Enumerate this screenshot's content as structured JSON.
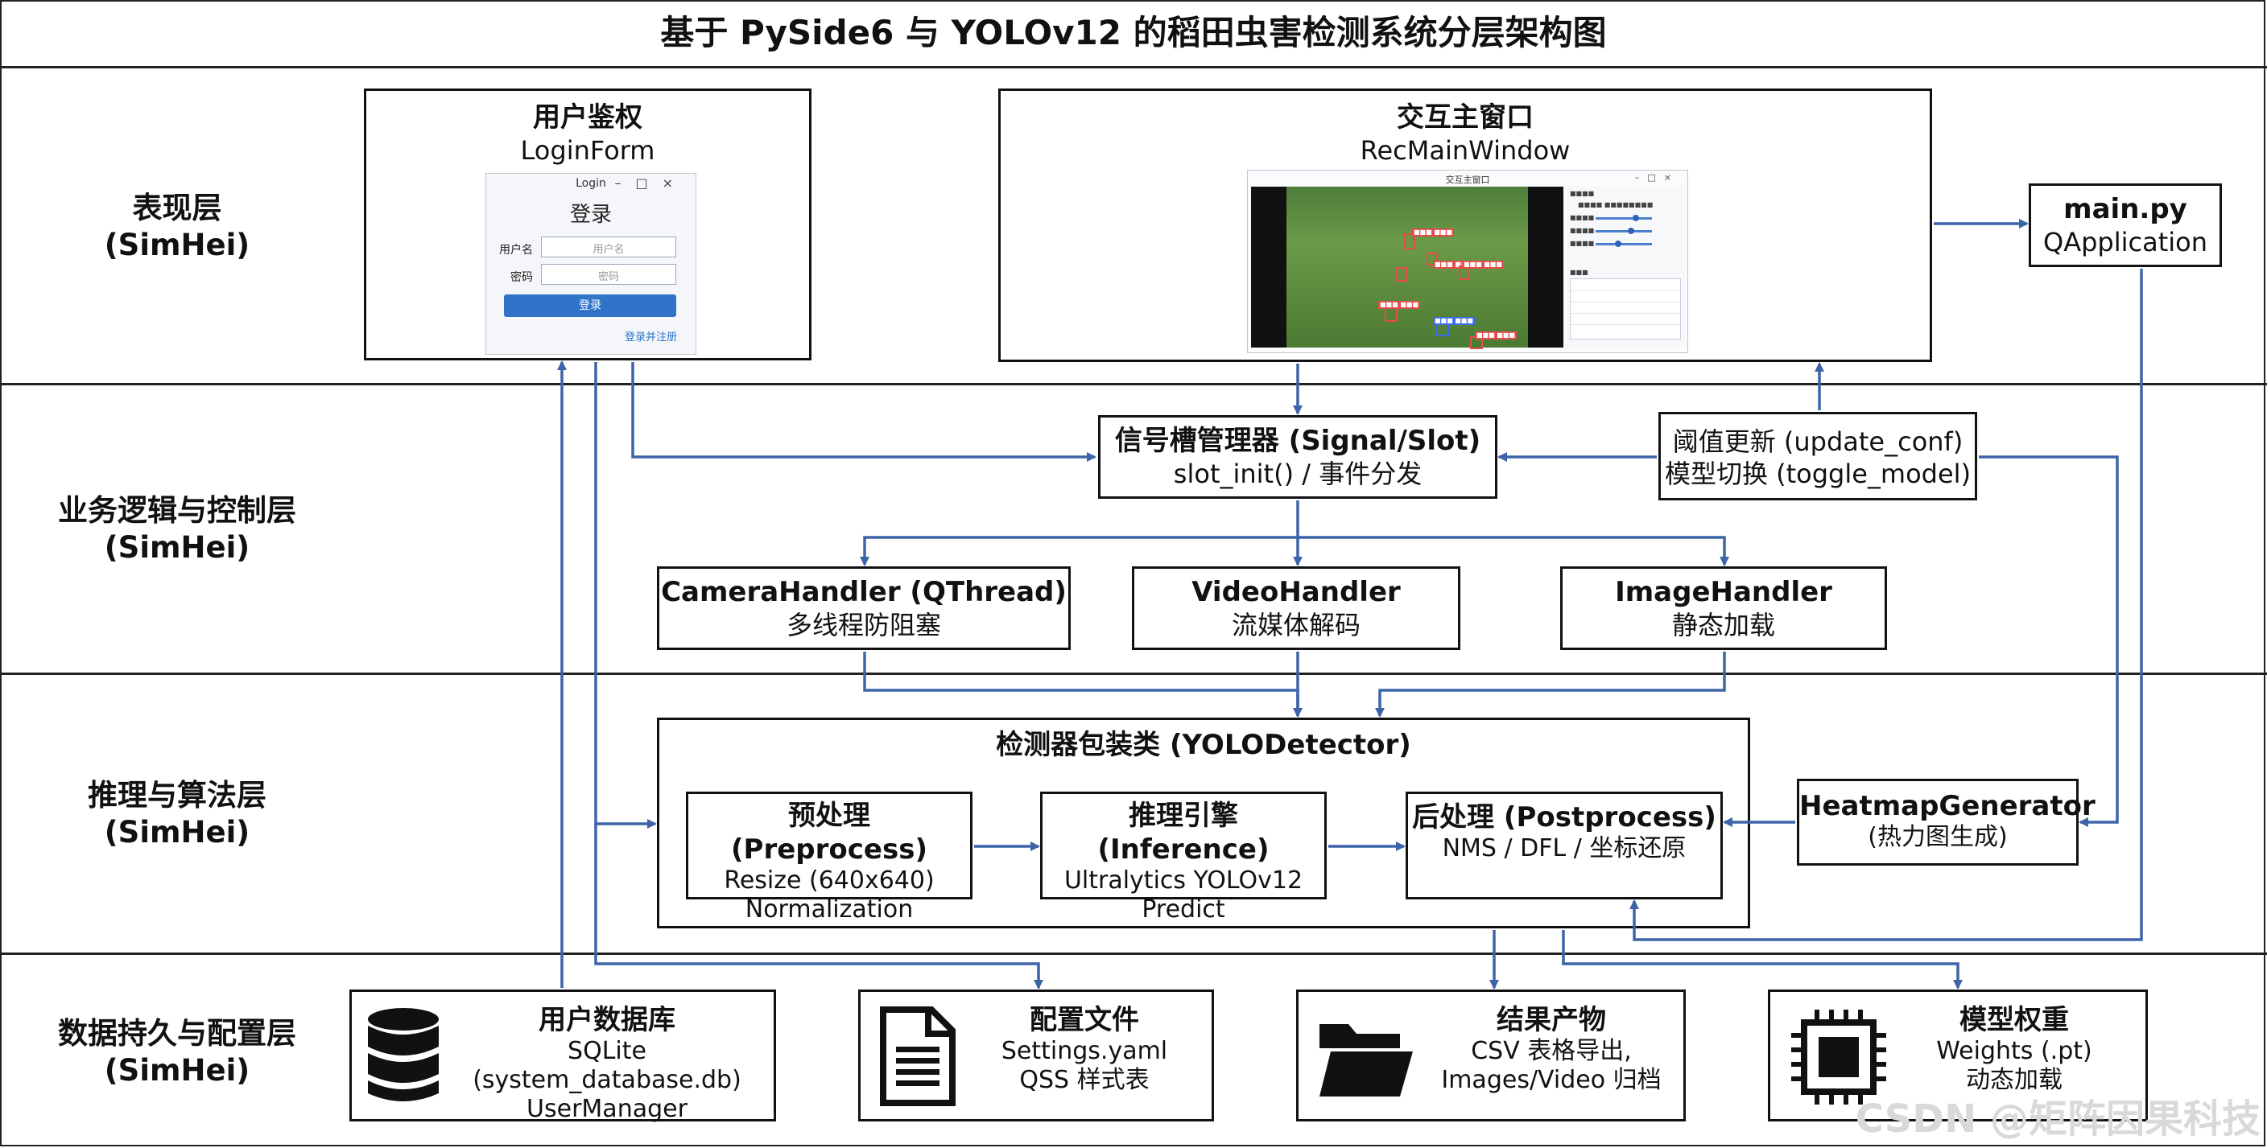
{
  "title": "基于 PySide6 与 YOLOv12 的稻田虫害检测系统分层架构图",
  "layers": [
    {
      "name": "表现层",
      "font": "(SimHei)"
    },
    {
      "name": "业务逻辑与控制层",
      "font": "(SimHei)"
    },
    {
      "name": "推理与算法层",
      "font": "(SimHei)"
    },
    {
      "name": "数据持久与配置层",
      "font": "(SimHei)"
    }
  ],
  "presentation": {
    "auth": {
      "title": "用户鉴权",
      "subtitle": "LoginForm"
    },
    "login_window": {
      "title": "Login",
      "heading": "登录",
      "username_label": "用户名",
      "username_placeholder": "用户名",
      "password_label": "密码",
      "password_placeholder": "密码",
      "button": "登录",
      "link": "登录并注册"
    },
    "main": {
      "title": "交互主窗口",
      "subtitle": "RecMainWindow"
    },
    "app": {
      "title": "main.py",
      "subtitle": "QApplication"
    }
  },
  "control": {
    "signal": {
      "title": "信号槽管理器 (Signal/Slot)",
      "subtitle": "slot_init() / 事件分发"
    },
    "update": {
      "line1": "阈值更新 (update_conf)",
      "line2": "模型切换 (toggle_model)"
    },
    "camera": {
      "title": "CameraHandler (QThread)",
      "subtitle": "多线程防阻塞"
    },
    "video": {
      "title": "VideoHandler",
      "subtitle": "流媒体解码"
    },
    "image": {
      "title": "ImageHandler",
      "subtitle": "静态加载"
    }
  },
  "inference": {
    "detector": {
      "title": "检测器包装类 (YOLODetector)"
    },
    "pre": {
      "title": "预处理 (Preprocess)",
      "line1": "Resize (640x640)",
      "line2": "Normalization"
    },
    "infer": {
      "title": "推理引擎 (Inference)",
      "line1": "Ultralytics YOLOv12",
      "line2": "Predict"
    },
    "post": {
      "title": "后处理 (Postprocess)",
      "line1": "NMS / DFL / 坐标还原"
    },
    "heatmap": {
      "title": "HeatmapGenerator",
      "subtitle": "(热力图生成)"
    }
  },
  "data": {
    "db": {
      "title": "用户数据库",
      "line1": "SQLite (system_database.db)",
      "line2": "UserManager",
      "icon": "database-icon"
    },
    "config": {
      "title": "配置文件",
      "line1": "Settings.yaml",
      "line2": "QSS 样式表",
      "icon": "document-icon"
    },
    "results": {
      "title": "结果产物",
      "line1": "CSV 表格导出,",
      "line2": "Images/Video 归档",
      "icon": "folder-icon"
    },
    "weights": {
      "title": "模型权重",
      "line1": "Weights (.pt)",
      "line2": "动态加载",
      "icon": "chip-icon"
    }
  },
  "watermark": "CSDN @矩阵因果科技",
  "colors": {
    "arrow": "#3d64a8",
    "border": "#111111",
    "button": "#2f74c9"
  }
}
